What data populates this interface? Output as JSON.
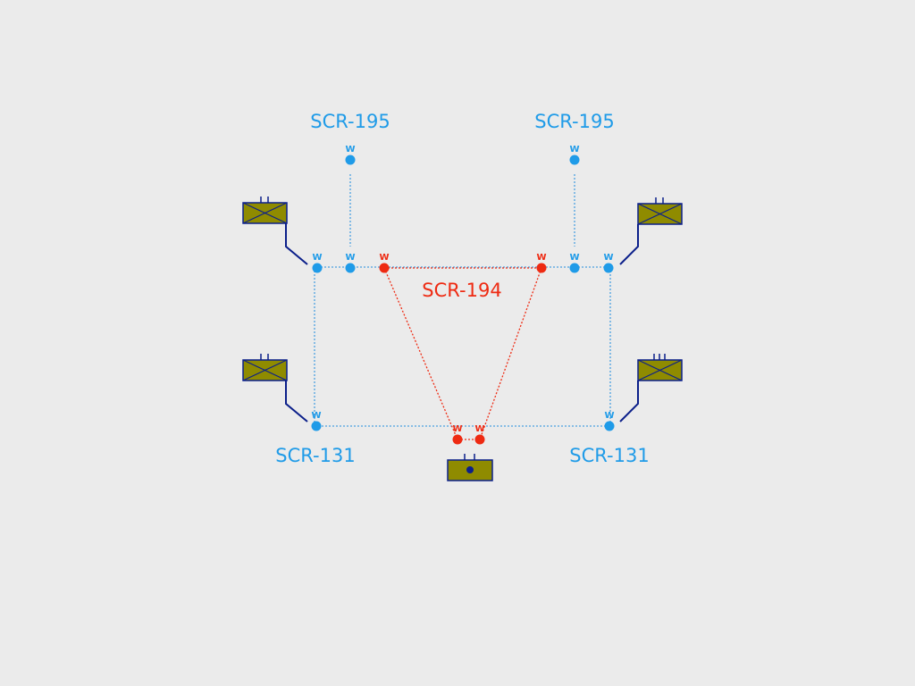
{
  "labels": {
    "net195_left": "SCR-195",
    "net195_right": "SCR-195",
    "net194": "SCR-194",
    "net131_left": "SCR-131",
    "net131_right": "SCR-131"
  },
  "node_marker": "W",
  "colors": {
    "background": "#ebebeb",
    "blue_net": "#1f9be8",
    "red_net": "#ee2a12",
    "unit_fill": "#8f8b00",
    "unit_stroke": "#0b1f8a",
    "link_line": "#0b1f8a"
  },
  "icons": {
    "unit": "crossed-box-icon",
    "vehicle": "vehicle-box-icon"
  }
}
